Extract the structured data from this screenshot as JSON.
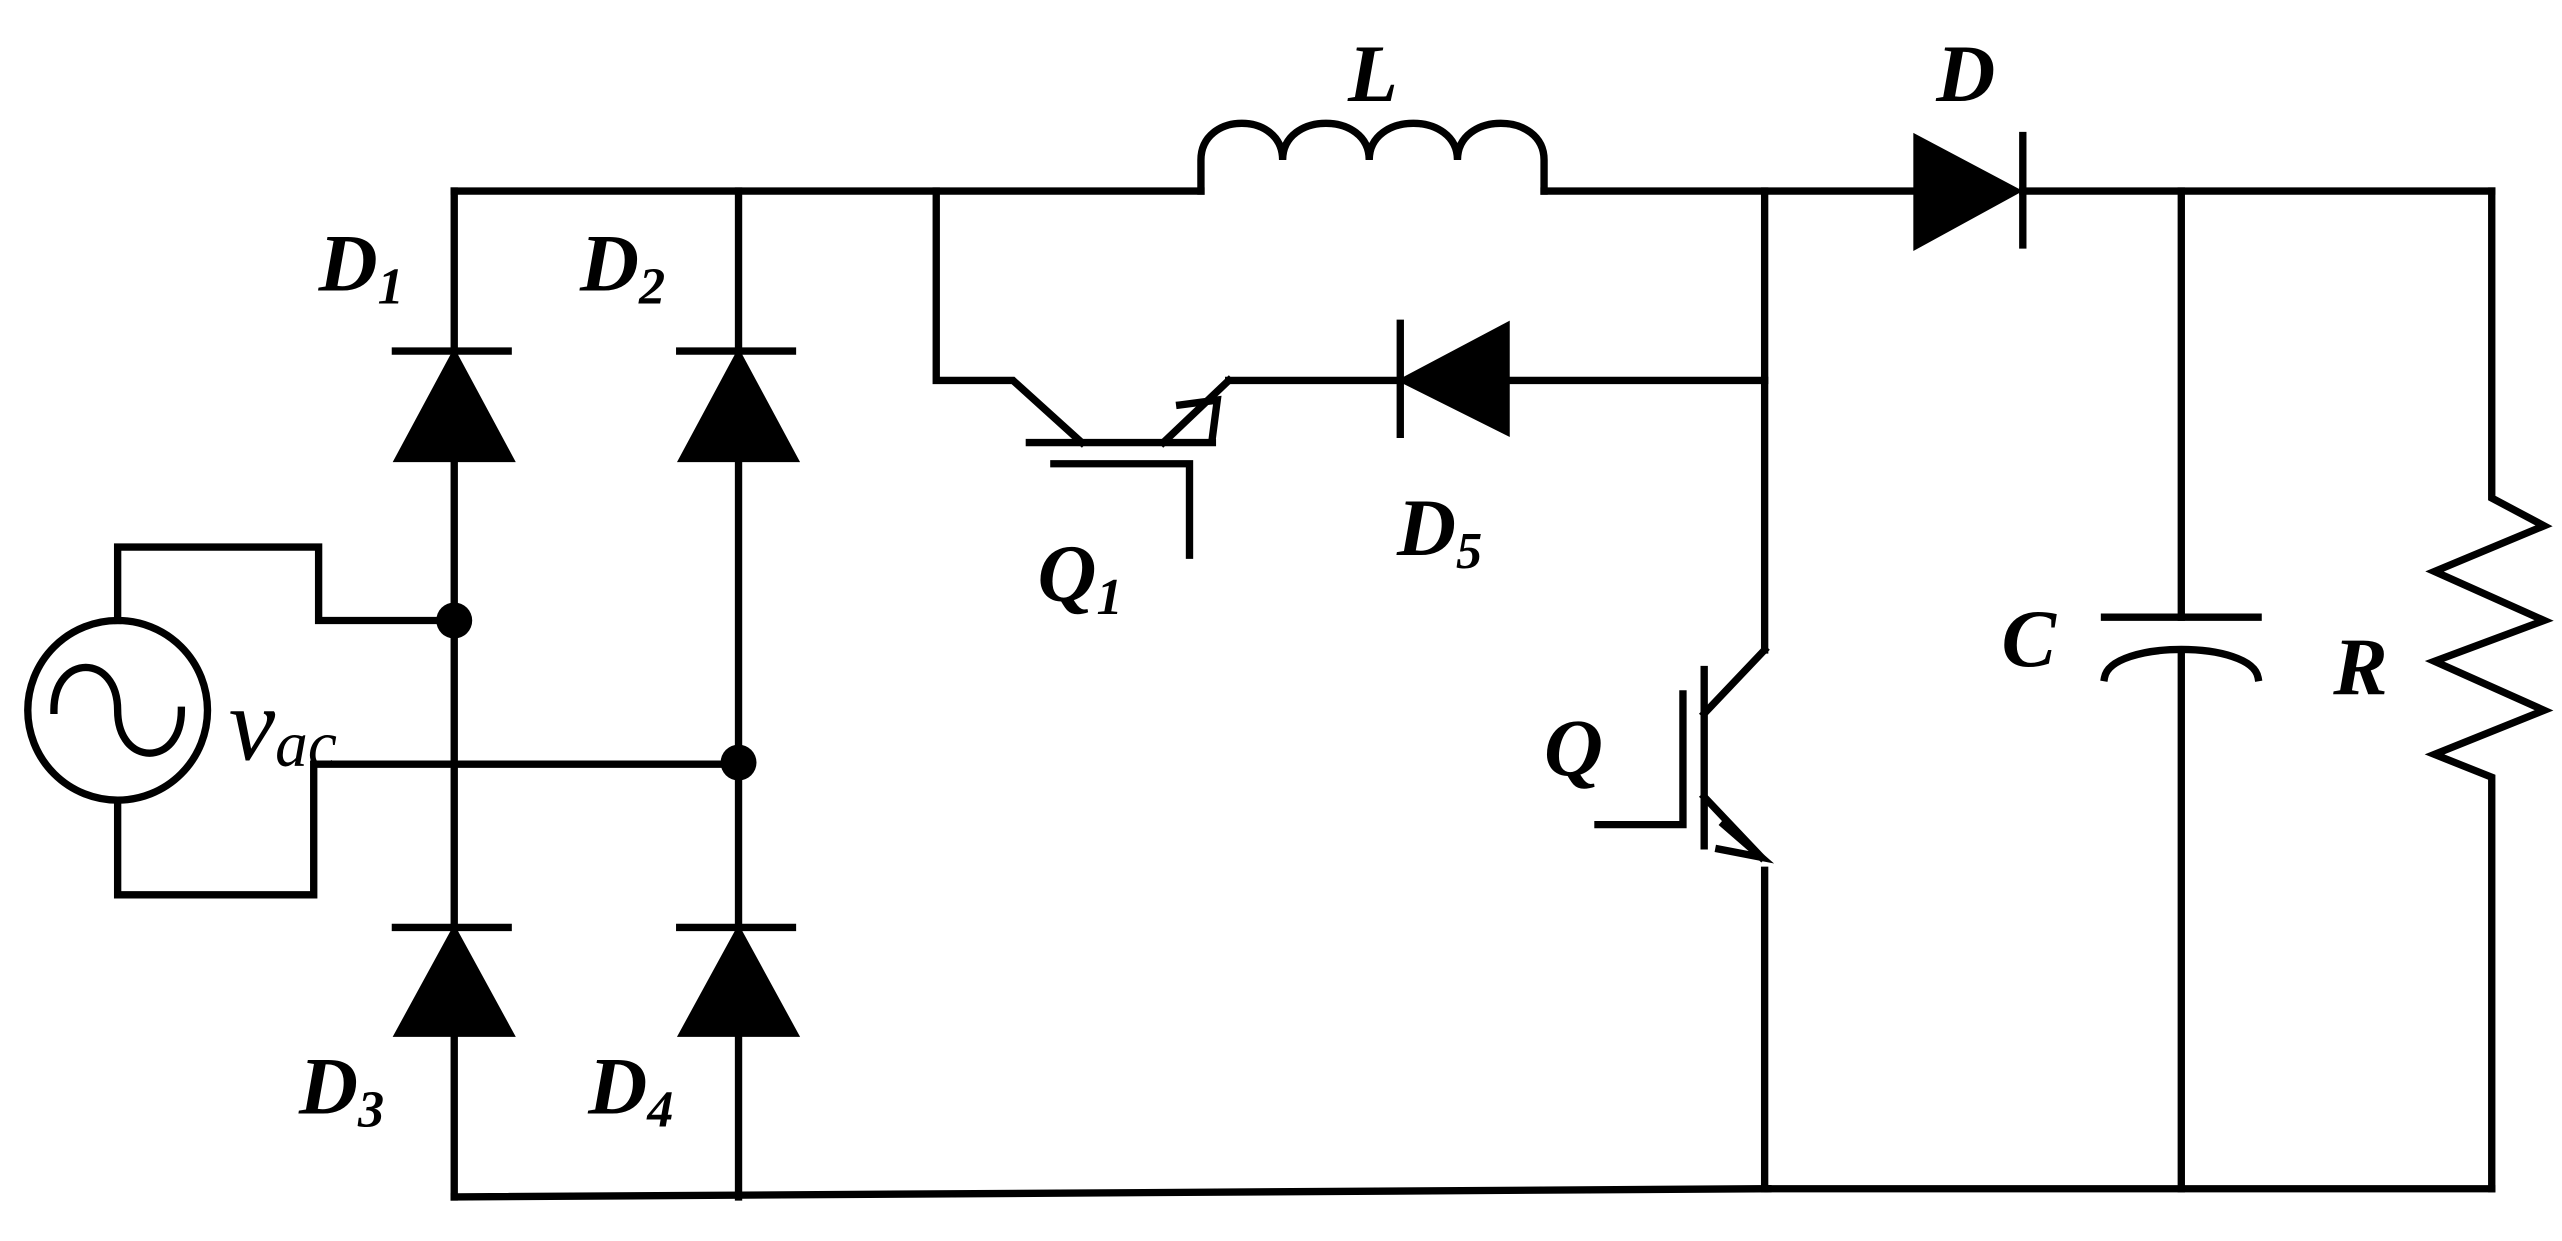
{
  "labels": {
    "L": "L",
    "D": "D",
    "D1": {
      "main": "D",
      "sub": "1"
    },
    "D2": {
      "main": "D",
      "sub": "2"
    },
    "D3": {
      "main": "D",
      "sub": "3"
    },
    "D4": {
      "main": "D",
      "sub": "4"
    },
    "D5": {
      "main": "D",
      "sub": "5"
    },
    "Q1": {
      "main": "Q",
      "sub": "1"
    },
    "Q": "Q",
    "C": "C",
    "R": "R",
    "Vac": {
      "main": "v",
      "sub": "ac"
    }
  }
}
